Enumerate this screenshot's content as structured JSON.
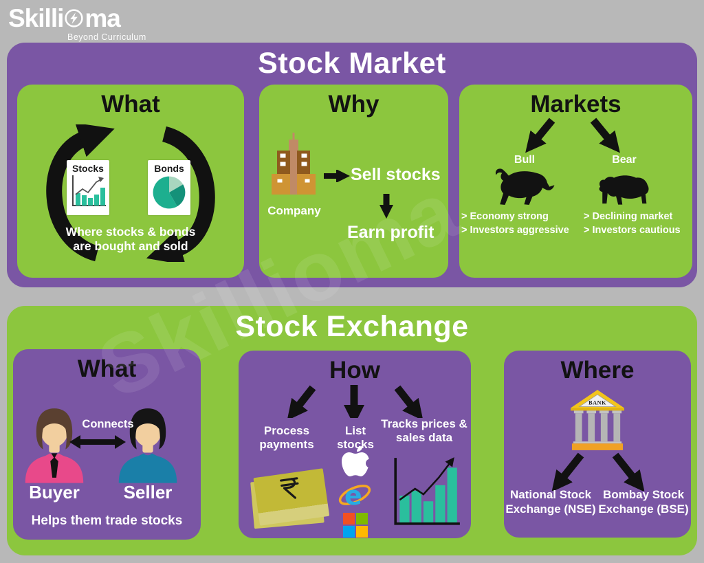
{
  "logo": {
    "brand_prefix": "Skilli",
    "brand_suffix": "ma",
    "tagline": "Beyond Curriculum"
  },
  "watermark": {
    "text": "Skillioma"
  },
  "colors": {
    "background": "#b8b8b8",
    "purple": "#7a56a4",
    "green": "#8cc63e",
    "teal": "#2abf9d",
    "black": "#111111",
    "white": "#ffffff",
    "pink_shirt": "#e8498a",
    "blue_shirt": "#1a7fa8",
    "gold": "#f2c41c",
    "orange": "#f0a125"
  },
  "stock_market": {
    "title": "Stock Market",
    "what": {
      "title": "What",
      "stocks_label": "Stocks",
      "bonds_label": "Bonds",
      "caption": "Where stocks & bonds are bought and sold"
    },
    "why": {
      "title": "Why",
      "company_label": "Company",
      "step_sell": "Sell stocks",
      "step_earn": "Earn profit"
    },
    "markets": {
      "title": "Markets",
      "bull_label": "Bull",
      "bear_label": "Bear",
      "bull_points": [
        "> Economy strong",
        "> Investors aggressive"
      ],
      "bear_points": [
        "> Declining market",
        "> Investors cautious"
      ]
    }
  },
  "stock_exchange": {
    "title": "Stock Exchange",
    "what": {
      "title": "What",
      "connects_label": "Connects",
      "buyer_label": "Buyer",
      "seller_label": "Seller",
      "caption": "Helps them trade stocks"
    },
    "how": {
      "title": "How",
      "process_label": "Process payments",
      "list_label": "List stocks",
      "tracks_label": "Tracks prices & sales data"
    },
    "where": {
      "title": "Where",
      "bank_label": "BANK",
      "nse_label": "National Stock Exchange (NSE)",
      "bse_label": "Bombay Stock Exchange (BSE)"
    }
  }
}
